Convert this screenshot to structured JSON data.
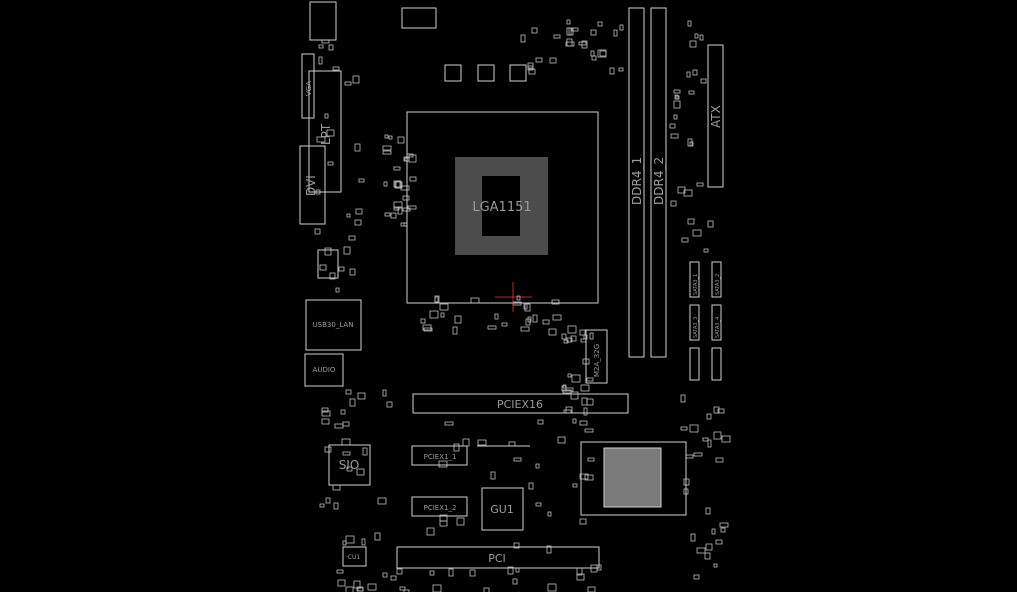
{
  "board": {
    "labels": {
      "vga": "VGA",
      "lpt": "LPT",
      "dvi": "DVI",
      "cpu": "LGA1151",
      "ddr1": "DDR4_1",
      "ddr2": "DDR4_2",
      "atx": "ATX",
      "usb_lan": "USB30_LAN",
      "audio": "AUDIO",
      "m2": "M2A_32G",
      "pciex16": "PCIEX16",
      "sio": "SIO",
      "pciex1_1": "PCIEX1_1",
      "pciex1_2": "PCIEX1_2",
      "gu1": "GU1",
      "pci": "PCI",
      "cu1": "CU1",
      "sata1": "SATA3_1",
      "sata2": "SATA3_2",
      "sata3": "SATA3_3",
      "sata4": "SATA3_4"
    },
    "colors": {
      "background": "#000000",
      "outline": "#cfcfcf",
      "cursor": "#ff3b3b"
    }
  }
}
